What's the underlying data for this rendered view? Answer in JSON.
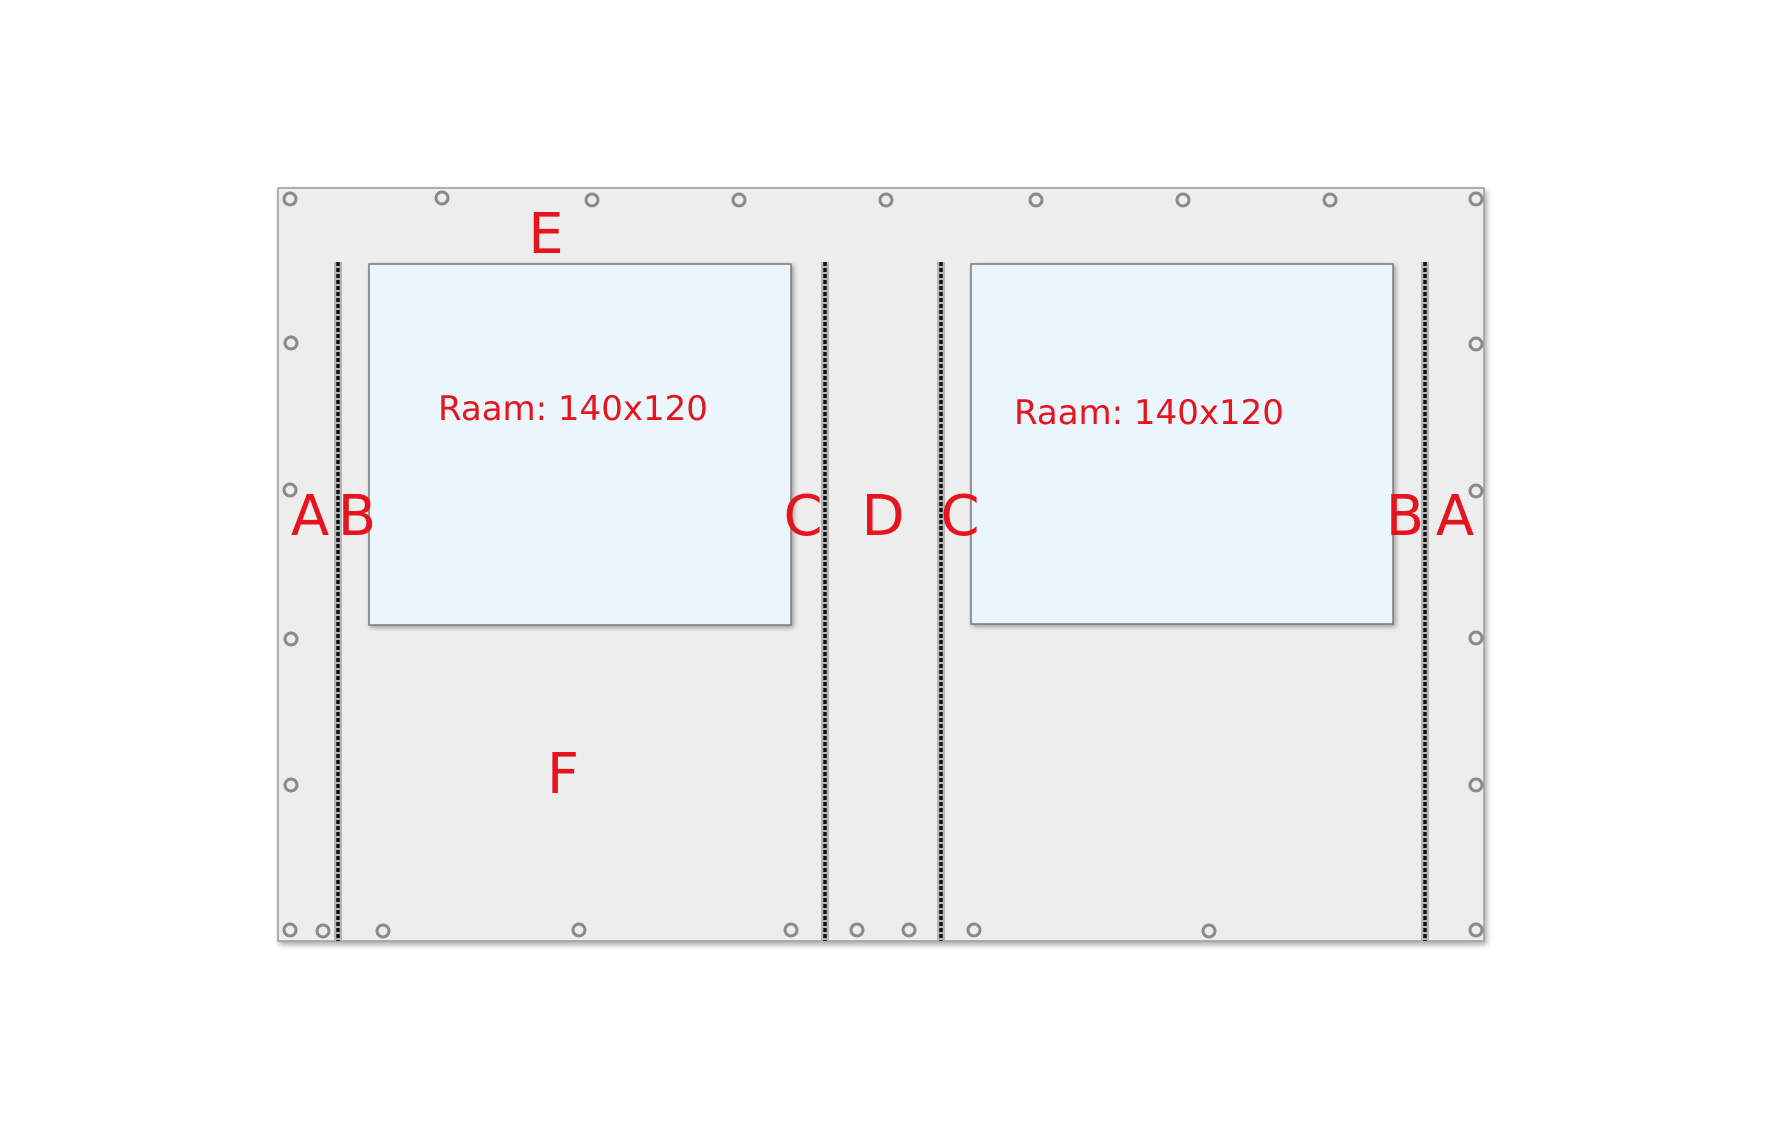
{
  "diagram": {
    "labels": {
      "edge_outer": "A",
      "zipper_outer": "B",
      "zipper_inner": "C",
      "center_strip": "D",
      "top_strip": "E",
      "bottom_panel": "F"
    },
    "windows": [
      {
        "label": "Raam: 140x120"
      },
      {
        "label": "Raam: 140x120"
      }
    ],
    "colors": {
      "label": "#e6141e",
      "panel": "#ededed",
      "window": "#eaf5fc",
      "eyelet": "#8a8a8a",
      "zipper": "#1a1a1a"
    }
  }
}
